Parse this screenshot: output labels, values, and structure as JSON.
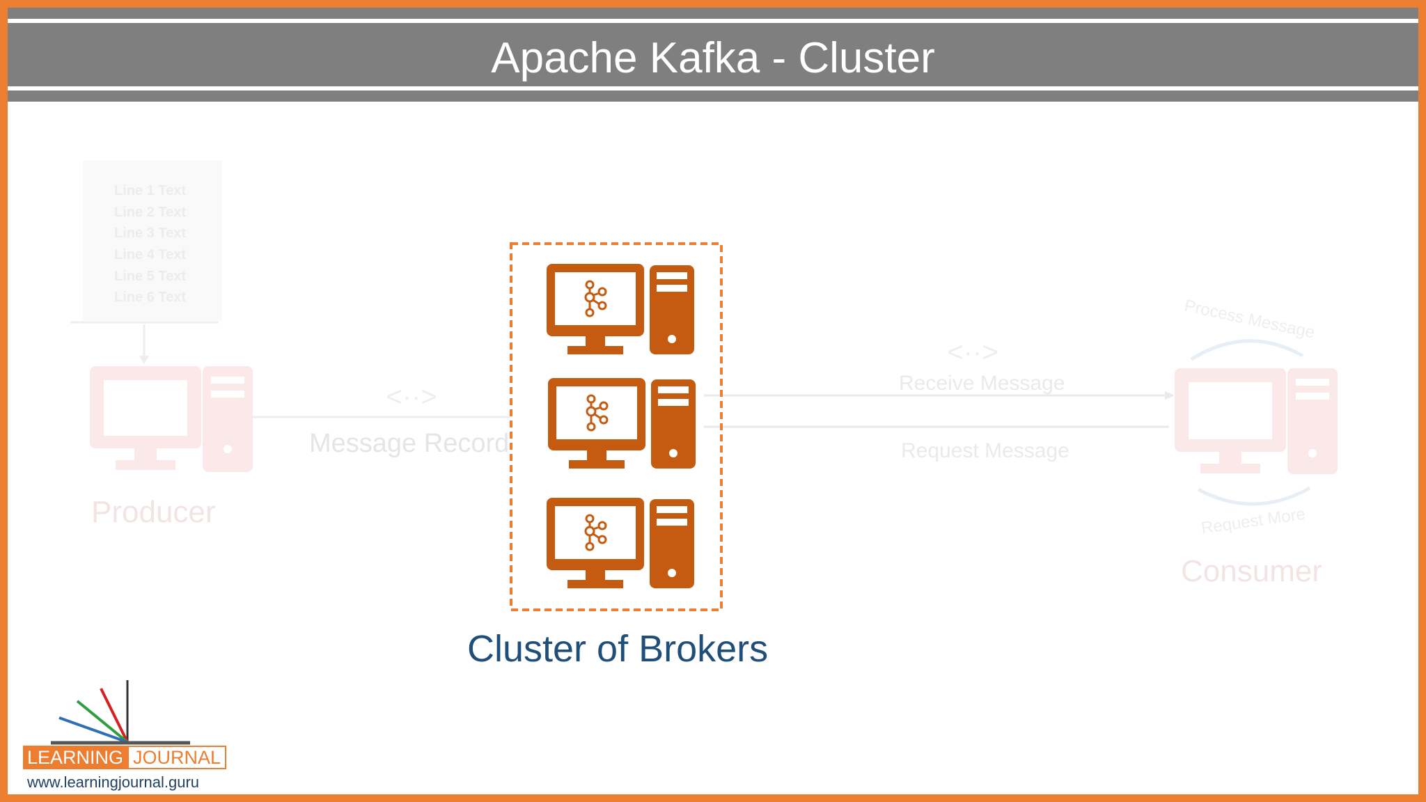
{
  "title": "Apache Kafka - Cluster",
  "diagram": {
    "producer_label": "Producer",
    "consumer_label": "Consumer",
    "message_record_label": "Message Record",
    "receive_message_label": "Receive Message",
    "request_message_label": "Request Message",
    "process_message_label": "Process Message",
    "request_more_label": "Request More",
    "cluster_label": "Cluster of Brokers",
    "document_lines": [
      "Line 1 Text",
      "Line 2 Text",
      "Line 3 Text",
      "Line 4 Text",
      "Line 5 Text",
      "Line 6 Text"
    ],
    "broker_icon": "kafka-logo-icon",
    "computer_icon": "desktop-computer-icon"
  },
  "logo": {
    "part_a": "LEARNING",
    "part_b": "JOURNAL",
    "url": "www.learningjournal.guru"
  },
  "colors": {
    "frame": "#ed7d31",
    "title_bar": "#7f7f7f",
    "broker": "#c55a11",
    "cluster_label": "#1f4e79"
  }
}
